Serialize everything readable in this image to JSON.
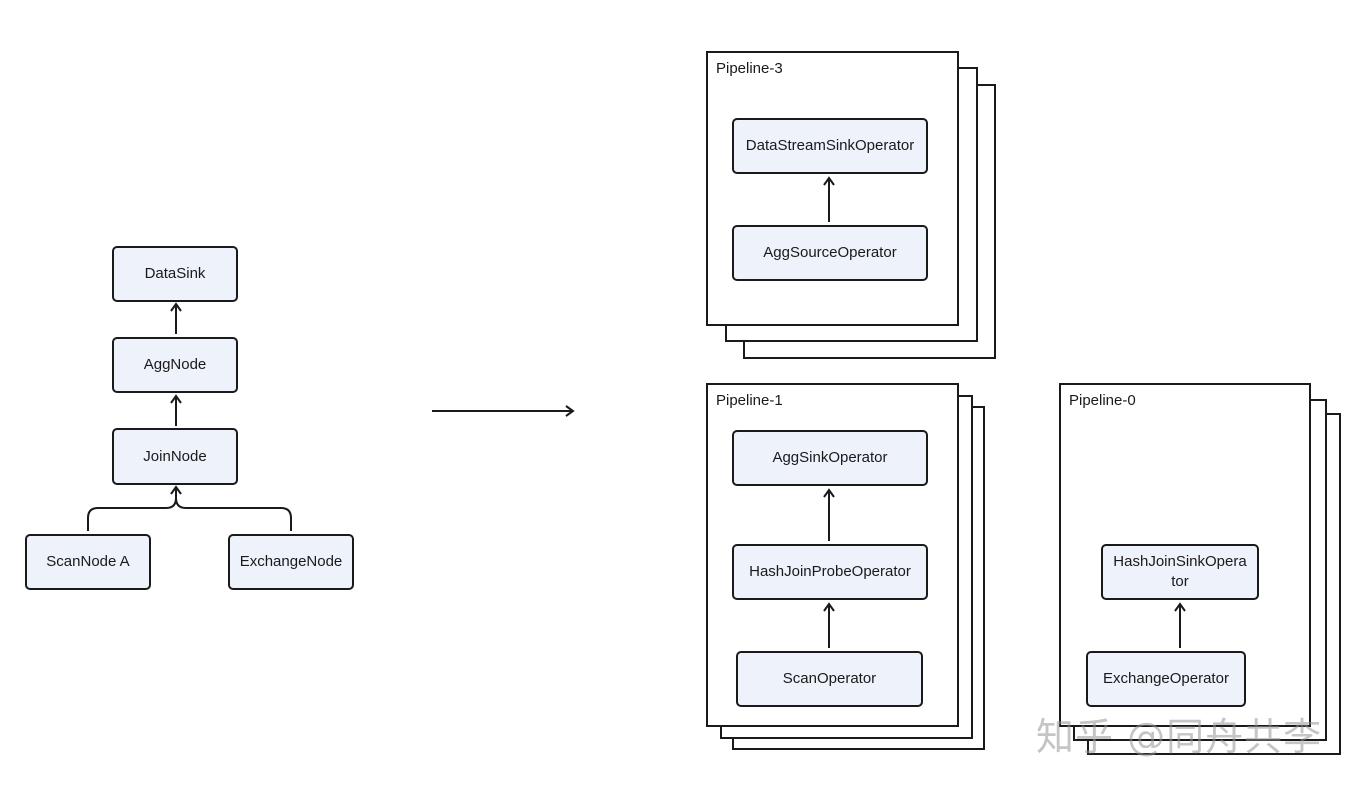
{
  "plan_tree": {
    "data_sink": "DataSink",
    "agg_node": "AggNode",
    "join_node": "JoinNode",
    "scan_node_a": "ScanNode A",
    "exchange_node": "ExchangeNode"
  },
  "pipeline_3": {
    "title": "Pipeline-3",
    "sink": "DataStreamSinkOperator",
    "source": "AggSourceOperator"
  },
  "pipeline_1": {
    "title": "Pipeline-1",
    "sink": "AggSinkOperator",
    "probe": "HashJoinProbeOperator",
    "scan": "ScanOperator"
  },
  "pipeline_0": {
    "title": "Pipeline-0",
    "sink_line1": "HashJoinSinkOpera",
    "sink_line2": "tor",
    "source": "ExchangeOperator"
  },
  "watermark": "知乎 @同舟共李",
  "colors": {
    "node_fill": "#eef2fb",
    "stroke": "#1a1a1a"
  }
}
